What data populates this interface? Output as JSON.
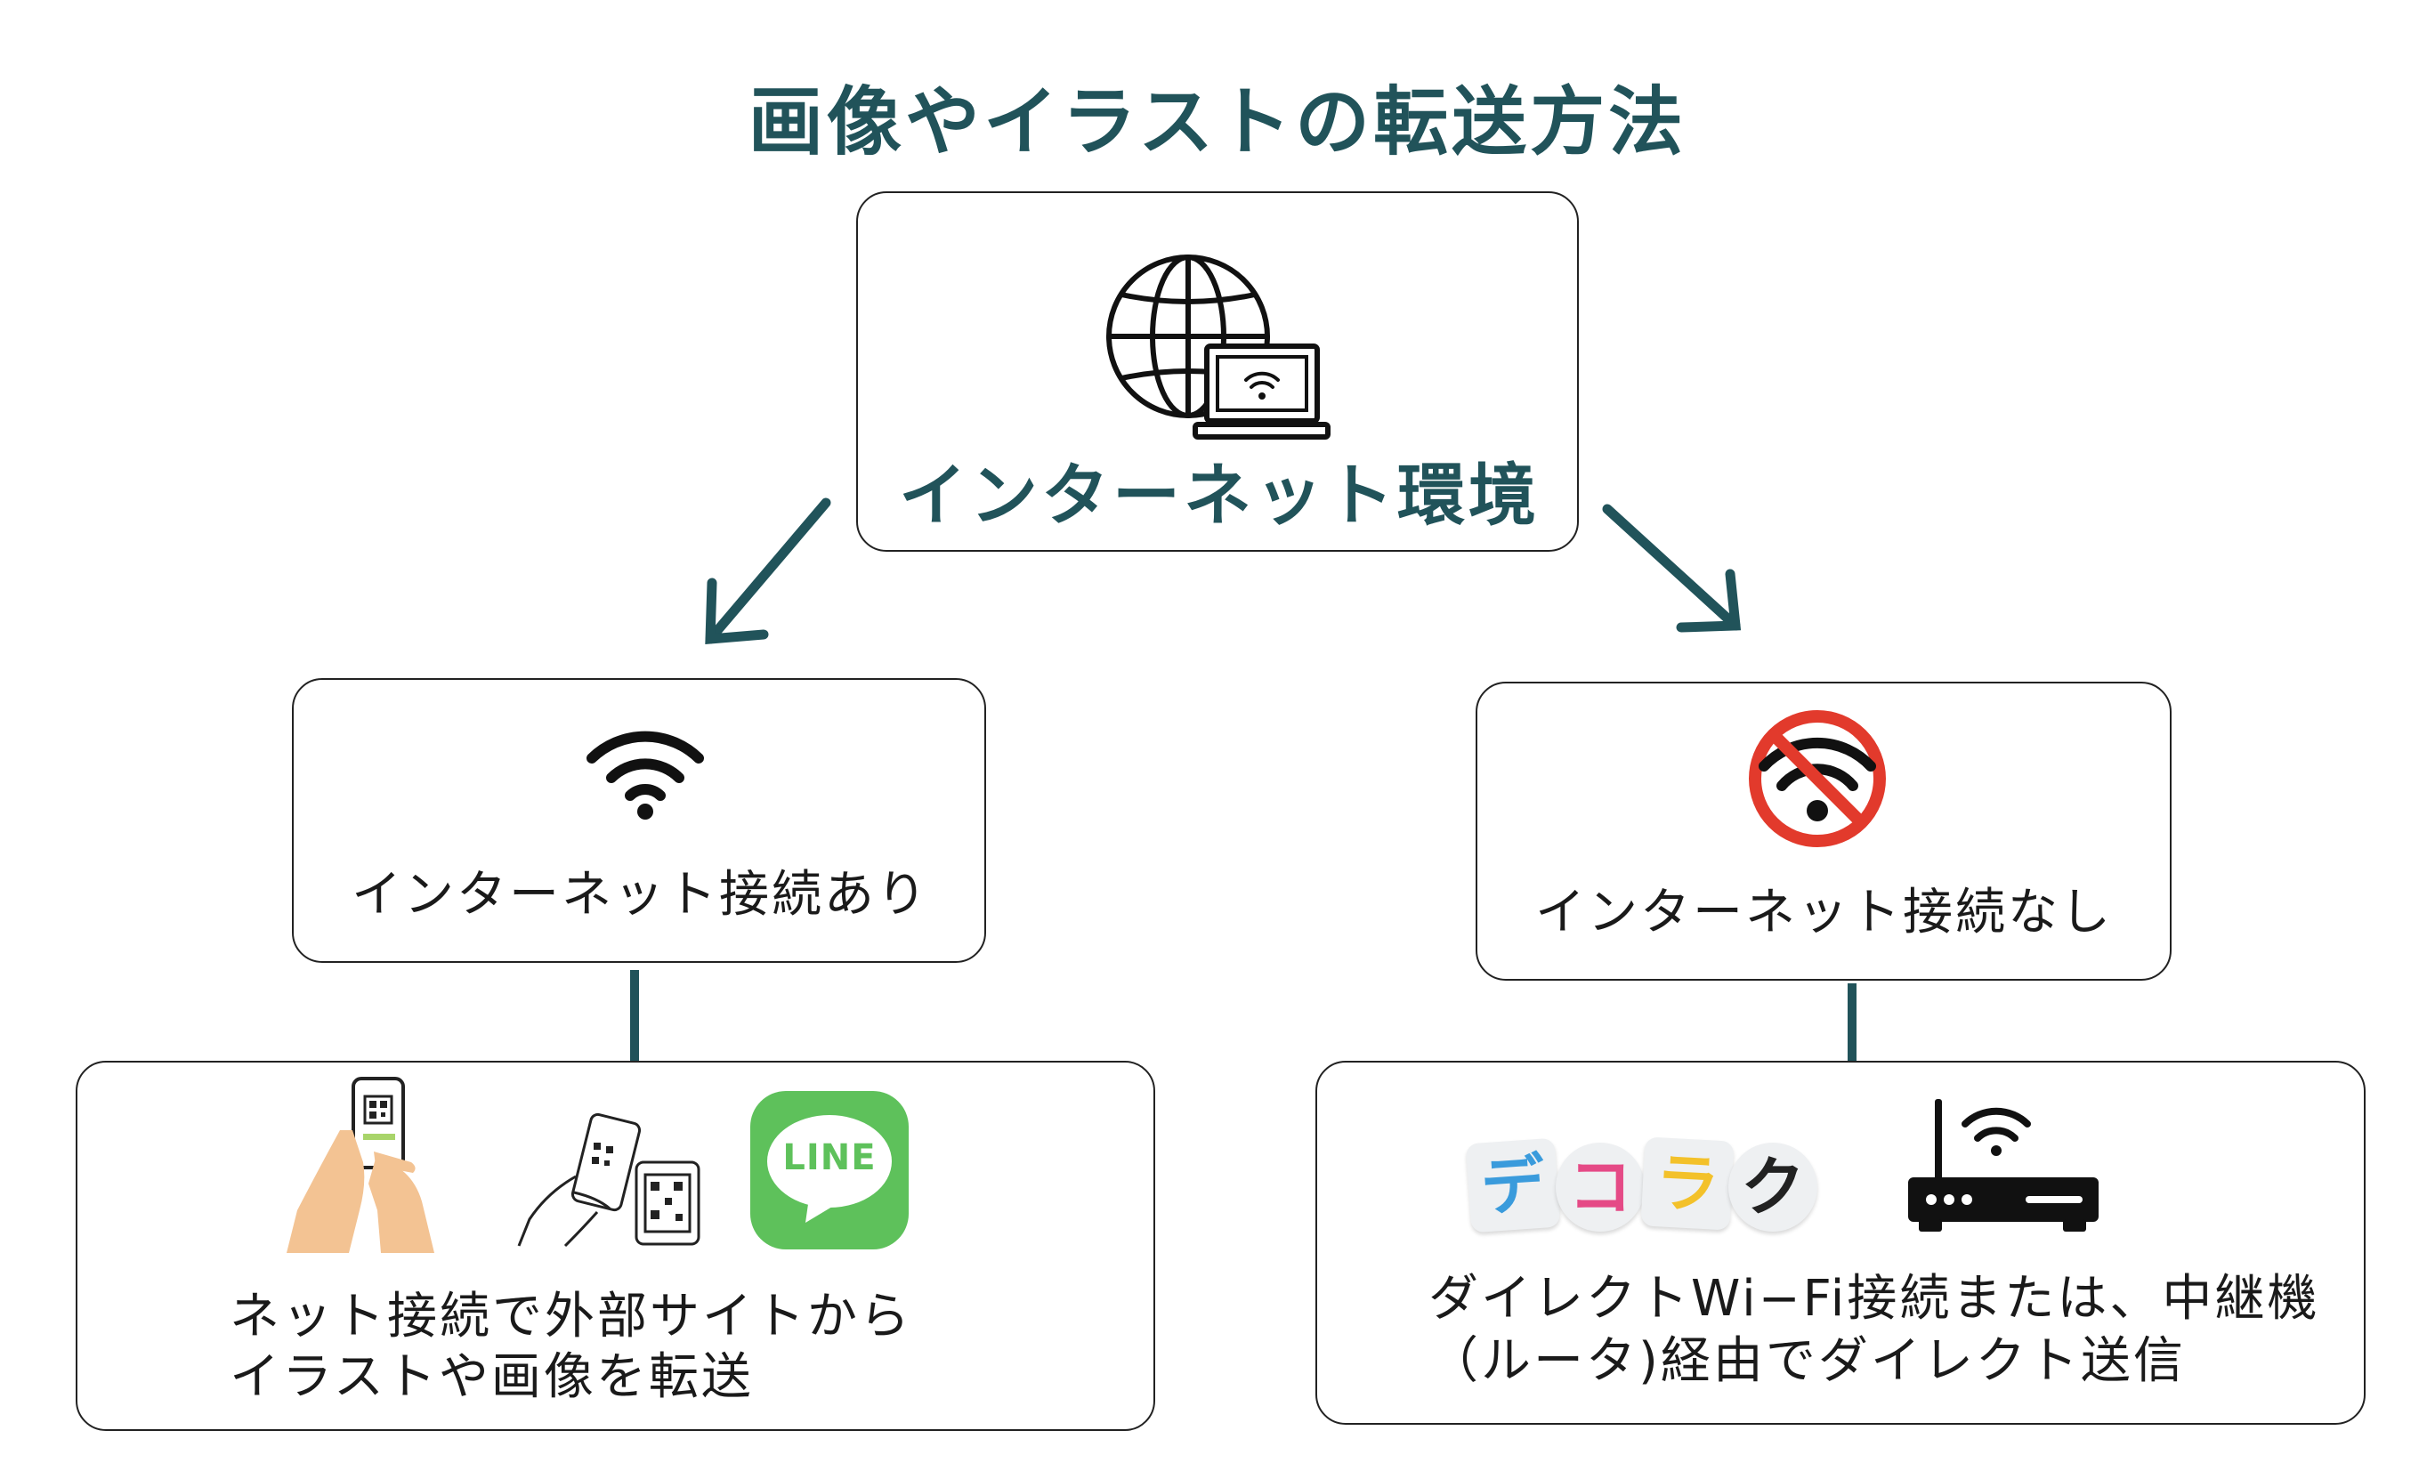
{
  "title": "画像やイラストの転送方法",
  "root": {
    "label": "インターネット環境"
  },
  "left": {
    "label": "インターネット接続あり",
    "desc": [
      "ネット接続で外部サイトから",
      "イラストや画像を転送"
    ],
    "line_logo_text": "LINE"
  },
  "right": {
    "label": "インターネット接続なし",
    "desc": [
      "ダイレクトWi−Fi接続または、中継機",
      "（ルータ)経由でダイレクト送信"
    ],
    "decoraku_chars": [
      "デ",
      "コ",
      "ラ",
      "ク"
    ]
  },
  "colors": {
    "accent": "#21535a",
    "line_green": "#5ec15b",
    "no_sign_red": "#e23a2c",
    "decoraku": [
      "#3a9bdc",
      "#e54a86",
      "#f3c12a",
      "#222222"
    ]
  },
  "icons": [
    "globe-icon",
    "laptop-wifi-icon",
    "wifi-icon",
    "no-wifi-icon",
    "qr-phone-hand-icon",
    "qr-scan-icon",
    "line-app-icon",
    "decoraku-logo",
    "router-icon"
  ]
}
